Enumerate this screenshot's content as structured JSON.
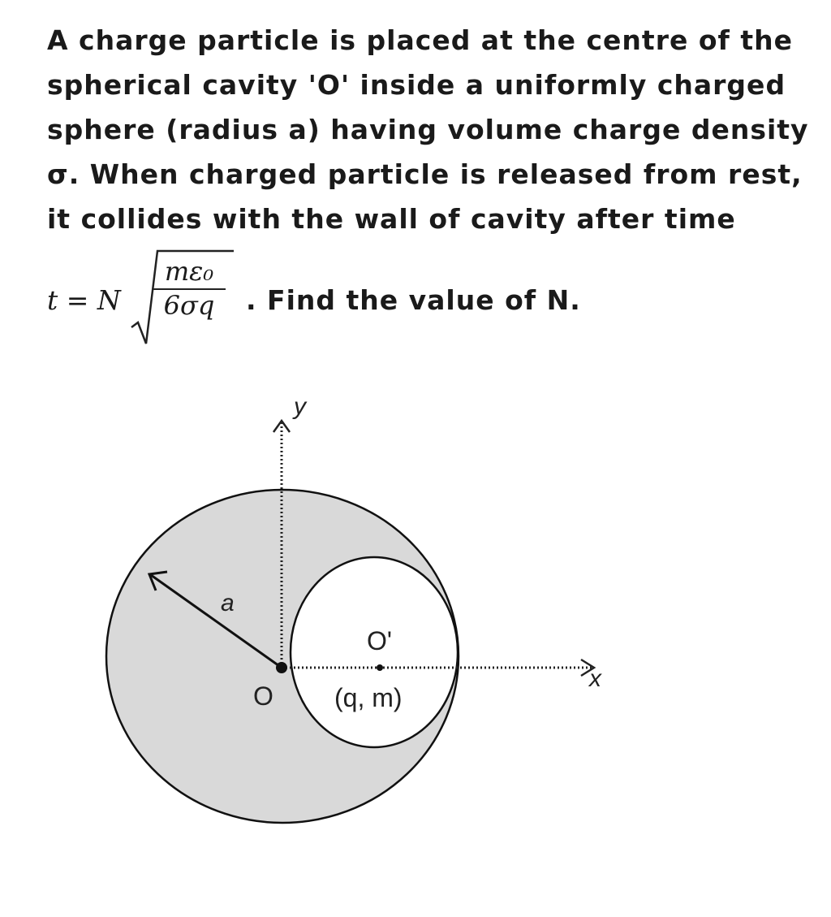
{
  "question": {
    "text": "A charge particle is placed at the centre of the spherical cavity 'O' inside a uniformly charged sphere (radius a) having volume charge density σ. When charged particle is released from rest, it collides with the wall of cavity after time",
    "equation_lhs": "t = N",
    "numerator": "mε₀",
    "denominator": "6σq",
    "equation_rest": ". Find the value of N."
  },
  "diagram": {
    "y_axis_label": "y",
    "x_axis_label": "x",
    "radius_label": "a",
    "origin_label": "O",
    "cavity_center_label": "O'",
    "particle_label": "(q, m)",
    "sphere_fill": "#d9d9d9",
    "cavity_fill": "#ffffff"
  }
}
